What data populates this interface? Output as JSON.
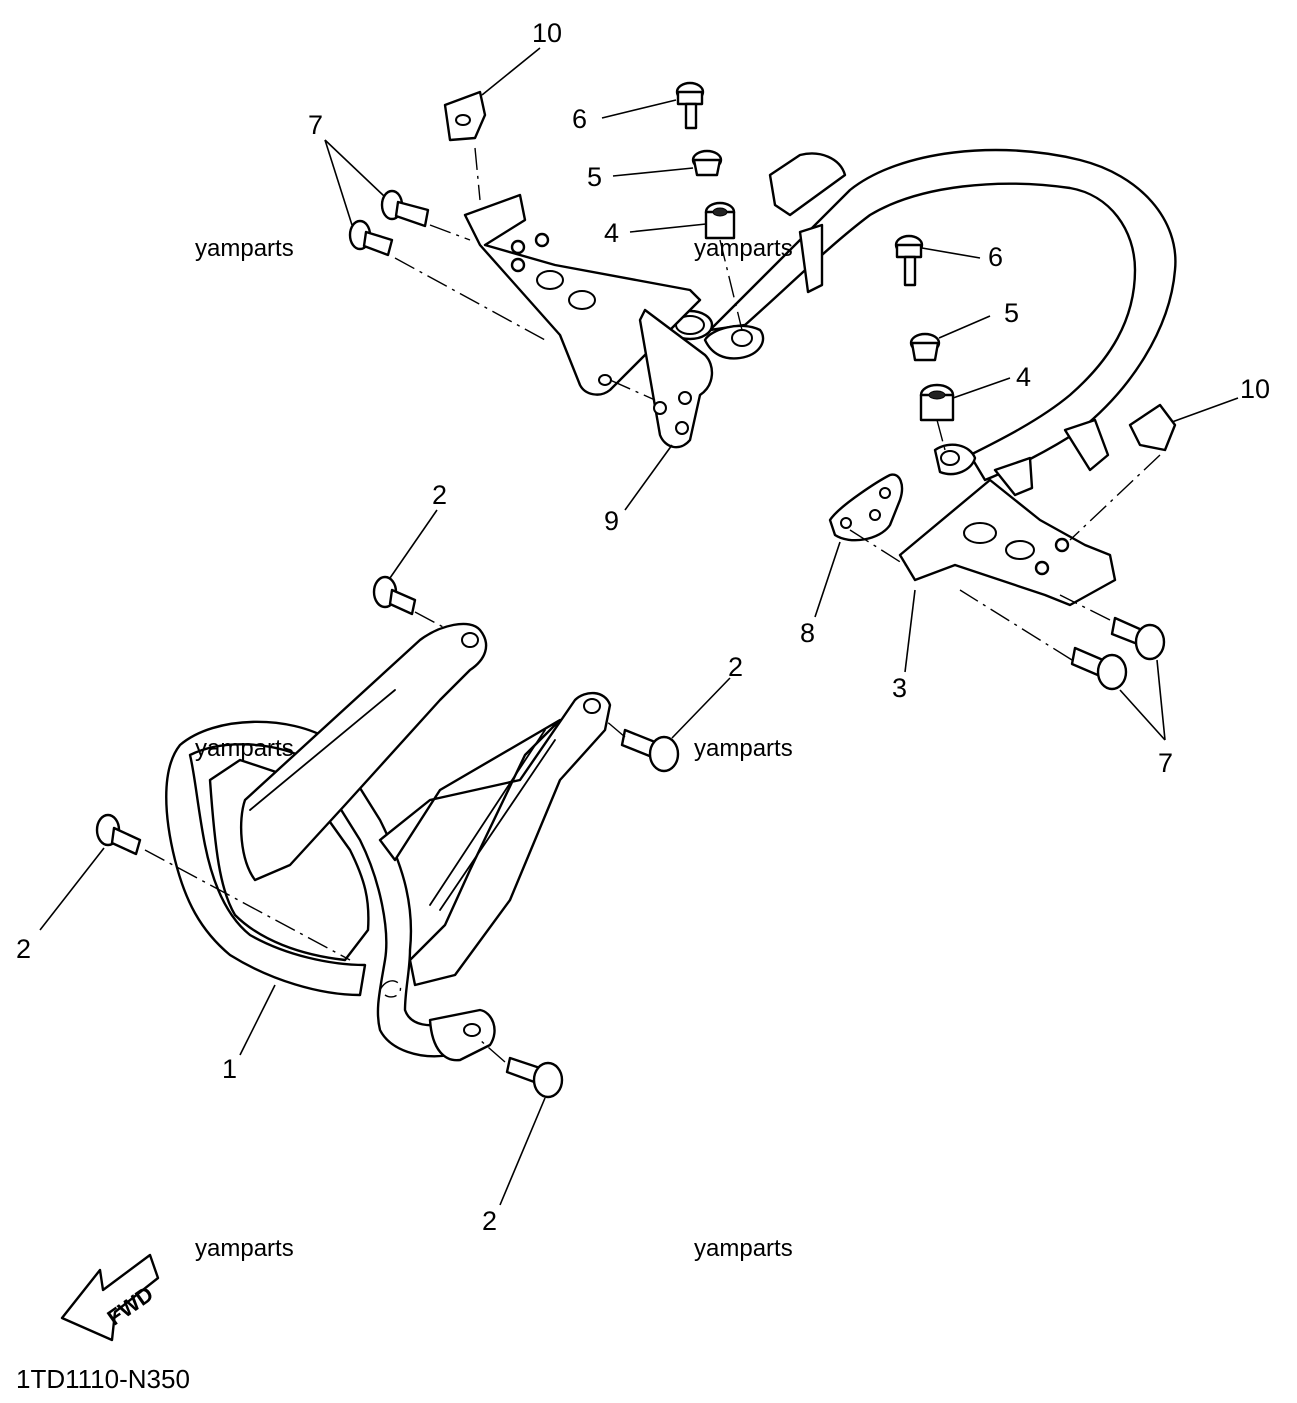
{
  "callouts": {
    "c1": "1",
    "c2_top": "2",
    "c2_right": "2",
    "c2_left": "2",
    "c2_bottom": "2",
    "c3": "3",
    "c4_left": "4",
    "c4_right": "4",
    "c5_left": "5",
    "c5_right": "5",
    "c6_left": "6",
    "c6_right": "6",
    "c7_left": "7",
    "c7_right": "7",
    "c8": "8",
    "c9": "9",
    "c10_left": "10",
    "c10_right": "10"
  },
  "watermarks": [
    "yamparts",
    "yamparts",
    "yamparts",
    "yamparts",
    "yamparts",
    "yamparts"
  ],
  "diagram_code": "1TD1110-N350",
  "fwd_label": "FWD"
}
